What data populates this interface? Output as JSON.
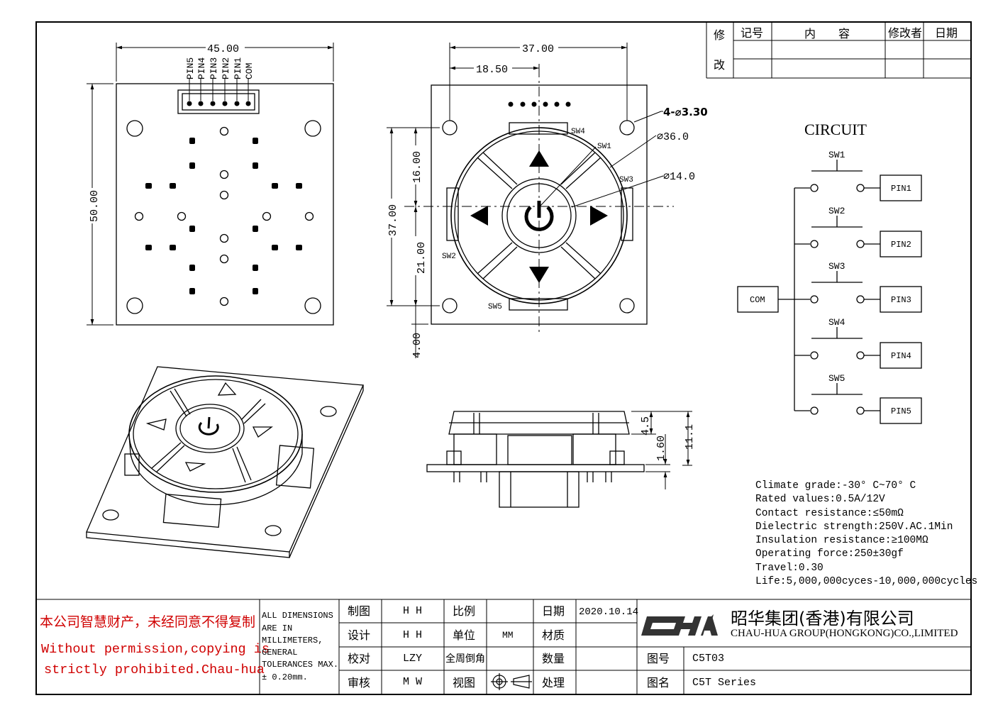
{
  "revision_table": {
    "headers": [
      "修",
      "记号",
      "内　　容",
      "修改者",
      "日期"
    ],
    "side_label_2": "改"
  },
  "top_view": {
    "width_dim": "45.00",
    "height_dim": "50.00",
    "pins": [
      "PIN5",
      "PIN4",
      "PIN3",
      "PIN2",
      "PIN1",
      "COM"
    ]
  },
  "front_view": {
    "width_dim": "37.00",
    "half_dim": "18.50",
    "hole_note": "4-⌀3.30",
    "outer_dia": "⌀36.0",
    "inner_dia": "⌀14.0",
    "v_total": "37.00",
    "v_upper": "16.00",
    "v_lower": "21.00",
    "v_edge": "4.00",
    "switch_labels": [
      "SW1",
      "SW2",
      "SW3",
      "SW4",
      "SW5"
    ]
  },
  "side_view": {
    "dims": [
      "4.5",
      "1.60",
      "11.1"
    ]
  },
  "circuit": {
    "title": "CIRCUIT",
    "common": "COM",
    "switches": [
      "SW1",
      "SW2",
      "SW3",
      "SW4",
      "SW5"
    ],
    "pins": [
      "PIN1",
      "PIN2",
      "PIN3",
      "PIN4",
      "PIN5"
    ]
  },
  "specs": [
    "Climate grade:-30° C~70° C",
    "Rated values:0.5A/12V",
    "Contact resistance:≤50mΩ",
    "Dielectric strength:250V.AC.1Min",
    "Insulation resistance:≥100MΩ",
    "Operating force:250±30gf",
    "Travel:0.30",
    "Life:5,000,000cyces-10,000,000cycles"
  ],
  "title_block": {
    "notice_cn": "本公司智慧财产，未经同意不得复制",
    "notice_en_1": "Without permission,copying is",
    "notice_en_2": "strictly prohibited.Chau-hua",
    "tolerance": [
      "ALL DIMENSIONS",
      "ARE IN",
      "MILLIMETERS,",
      "GENERAL",
      "TOLERANCES MAX.",
      "± 0.20mm."
    ],
    "drawn_label": "制图",
    "drawn_value": "H H",
    "design_label": "设计",
    "design_value": "H H",
    "check_label": "校对",
    "check_value": "LZY",
    "approve_label": "审核",
    "approve_value": "M W",
    "scale_label": "比例",
    "unit_label": "单位",
    "unit_value": "MM",
    "chamfer_label": "全周倒角",
    "view_label": "视图",
    "date_label": "日期",
    "date_value": "2020.10.14",
    "material_label": "材质",
    "qty_label": "数量",
    "finish_label": "处理",
    "company_cn": "昭华集团(香港)有限公司",
    "company_en": "CHAU-HUA GROUP(HONGKONG)CO.,LIMITED",
    "logo_text": "CHA",
    "dwg_no_label": "图号",
    "dwg_no": "C5T03",
    "dwg_name_label": "图名",
    "dwg_name": "C5T Series"
  }
}
